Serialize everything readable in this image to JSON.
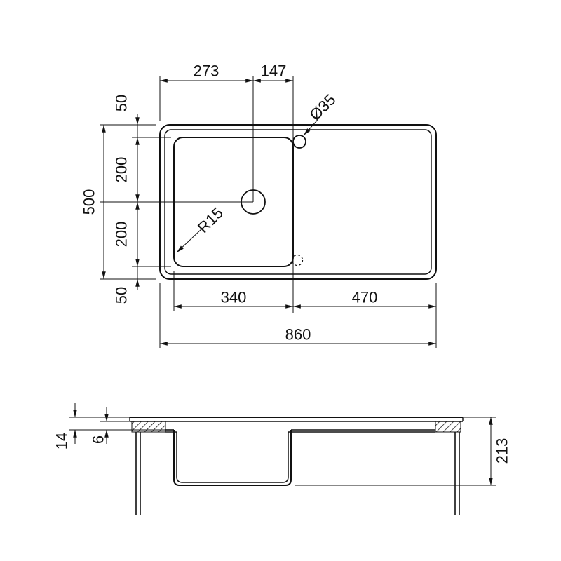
{
  "plan": {
    "left_to_drain": "273",
    "drain_to_tap": "147",
    "top_margin": "50",
    "drain_to_top": "200",
    "drain_to_bottom": "200",
    "bottom_margin": "50",
    "overall_depth": "500",
    "bowl_width": "340",
    "drainer_width": "470",
    "overall_width": "860",
    "tap_hole": "Ø35",
    "bowl_corner_radius": "R15"
  },
  "section": {
    "rim_height": "14",
    "rim_thickness": "6",
    "depth": "213"
  },
  "colors": {
    "ink": "#111111",
    "paper": "#ffffff"
  }
}
